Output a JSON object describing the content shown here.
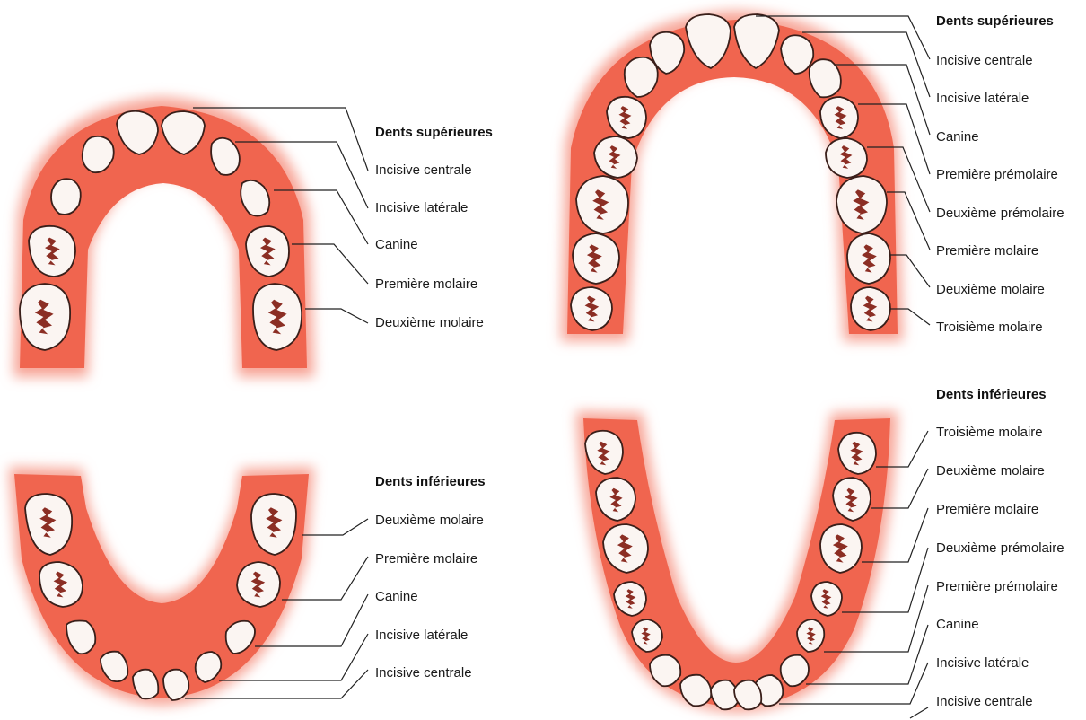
{
  "colors": {
    "gum": "#f0654f",
    "gum_glow": "#f7a597",
    "tooth": "#fbf5f2",
    "fissure": "#8b2e24",
    "outline": "#3a1f1a",
    "leader": "#222222"
  },
  "panels": {
    "primary_upper": {
      "heading": "Dents supérieures",
      "labels": [
        "Incisive centrale",
        "Incisive latérale",
        "Canine",
        "Première molaire",
        "Deuxième molaire"
      ]
    },
    "primary_lower": {
      "heading": "Dents inférieures",
      "labels": [
        "Deuxième molaire",
        "Première molaire",
        "Canine",
        "Incisive latérale",
        "Incisive centrale"
      ]
    },
    "permanent_upper": {
      "heading": "Dents supérieures",
      "labels": [
        "Incisive centrale",
        "Incisive latérale",
        "Canine",
        "Première prémolaire",
        "Deuxième prémolaire",
        "Première molaire",
        "Deuxième molaire",
        "Troisième molaire"
      ]
    },
    "permanent_lower": {
      "heading": "Dents inférieures",
      "labels": [
        "Troisième molaire",
        "Deuxième molaire",
        "Première molaire",
        "Deuxième prémolaire",
        "Première prémolaire",
        "Canine",
        "Incisive latérale",
        "Incisive centrale"
      ]
    }
  }
}
